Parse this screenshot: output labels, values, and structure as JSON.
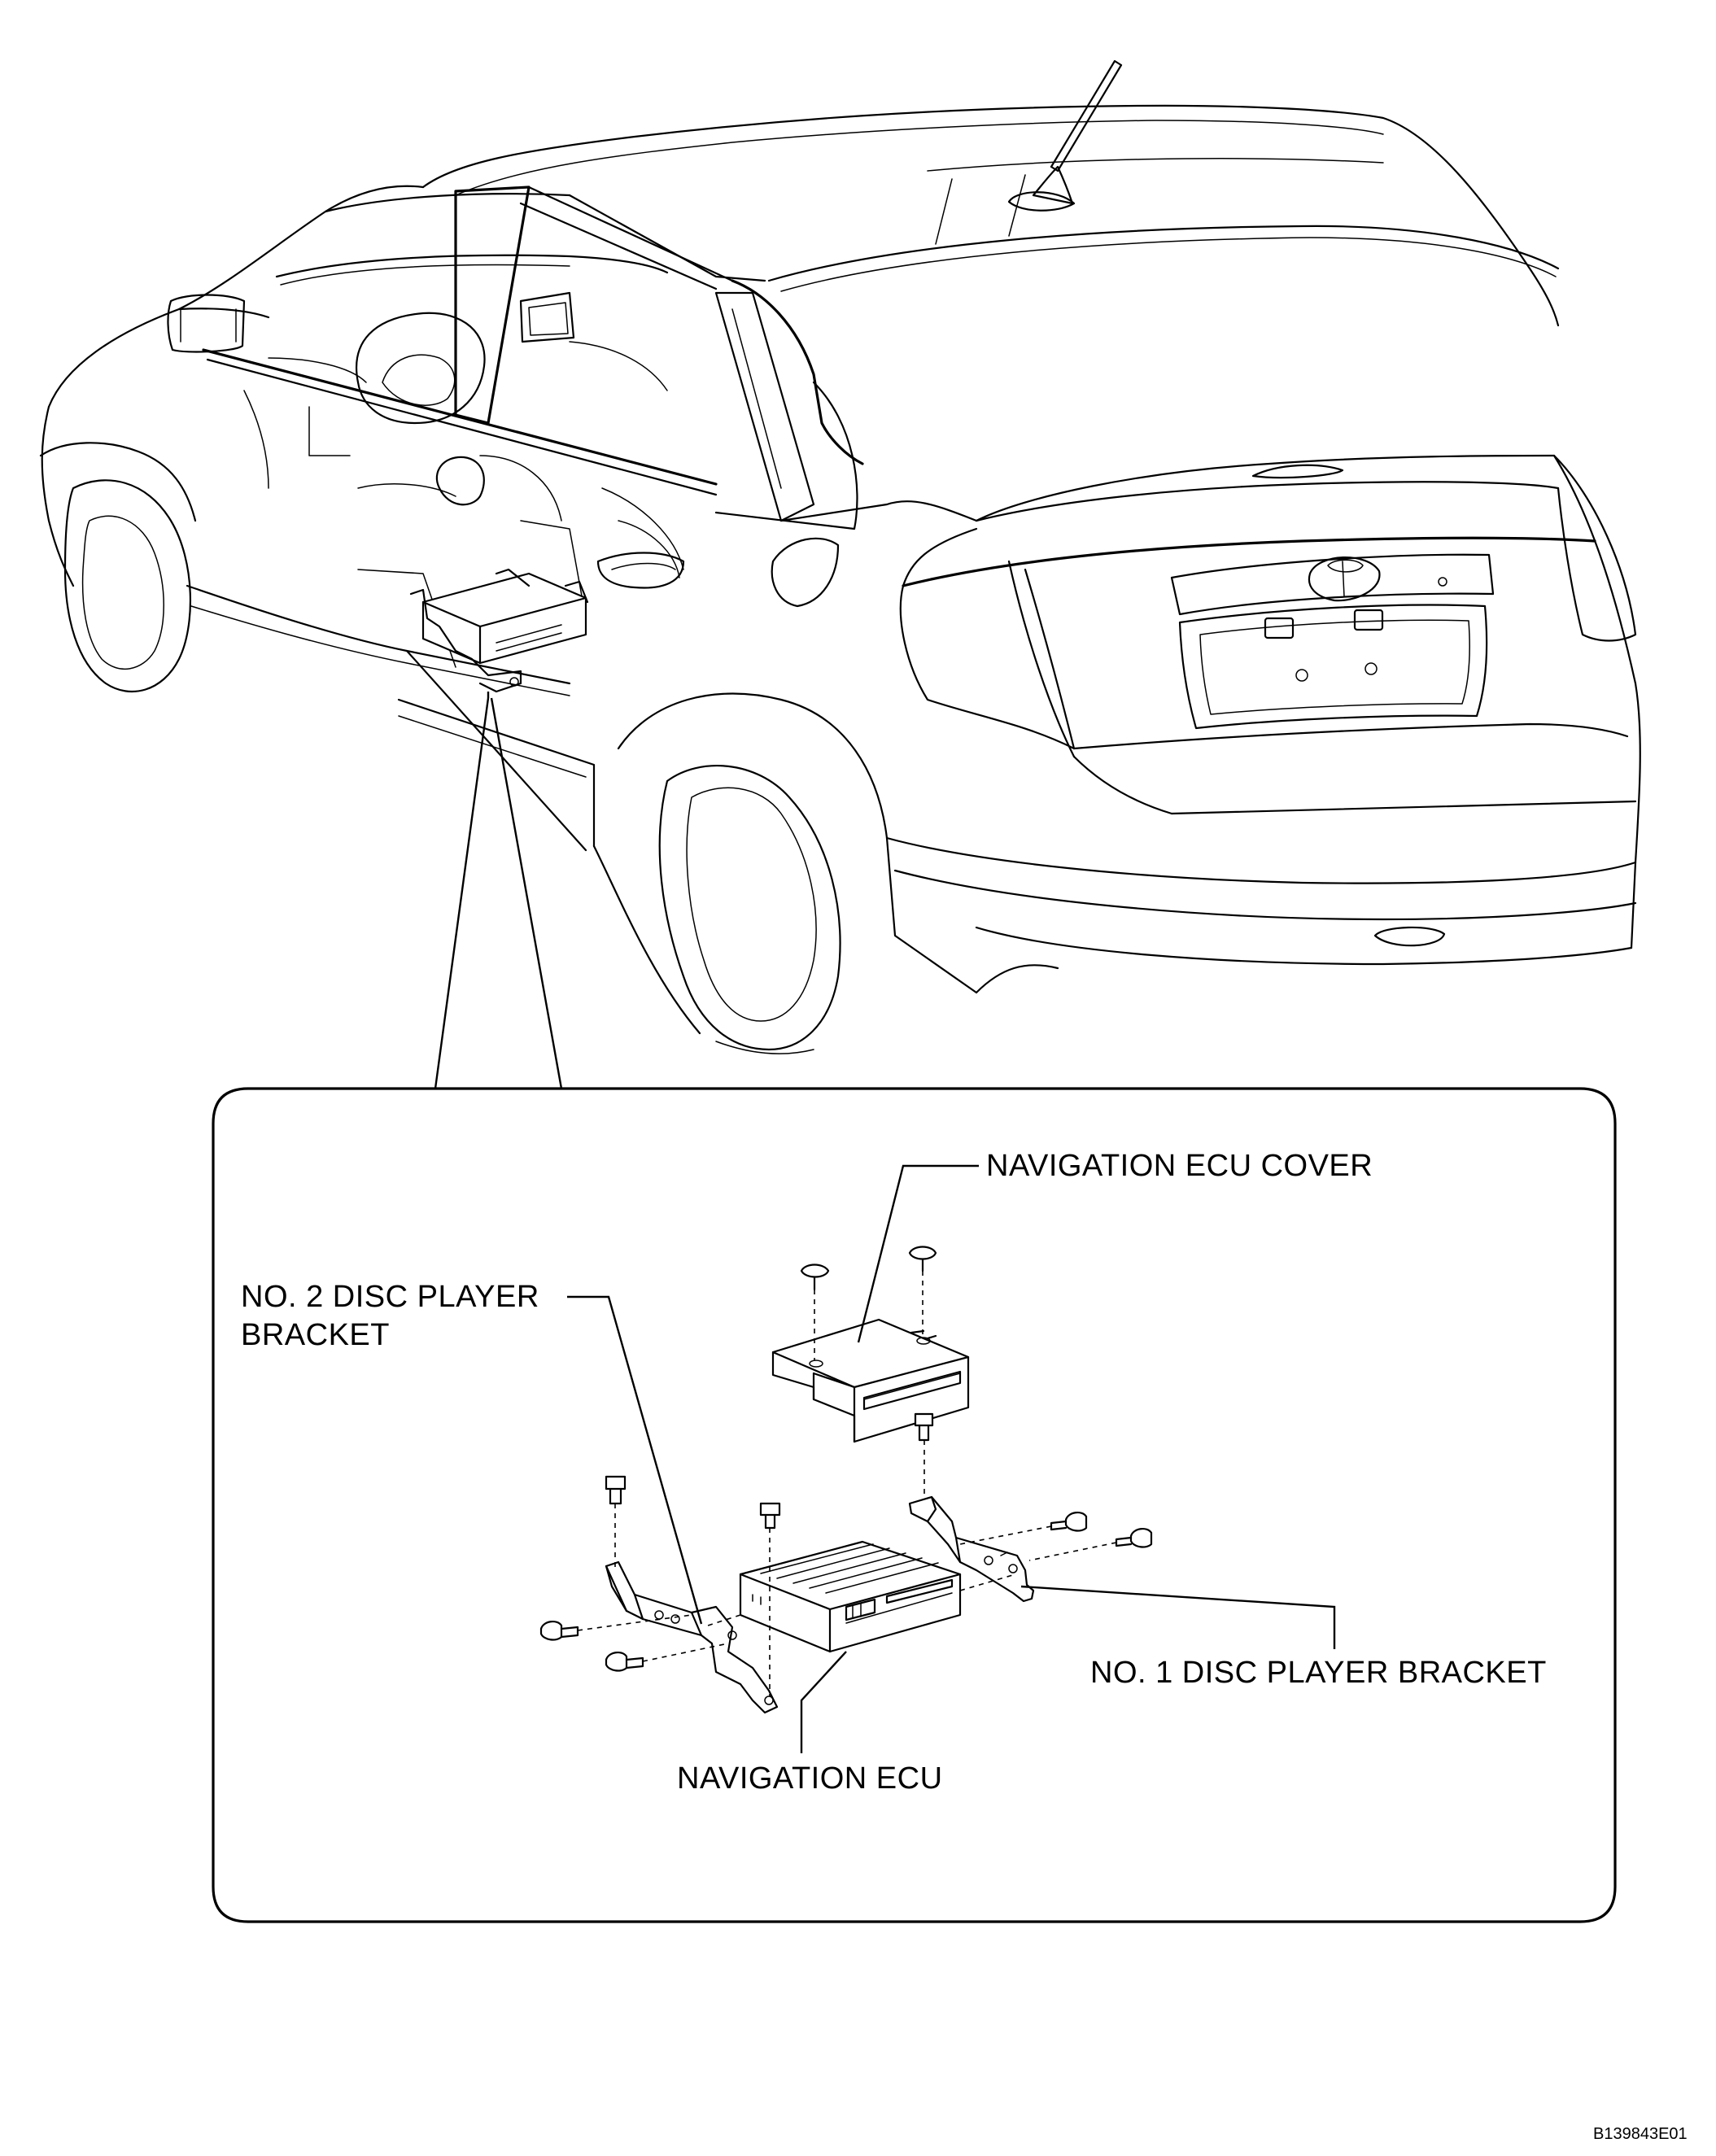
{
  "labels": {
    "navigation_ecu_cover": "NAVIGATION ECU COVER",
    "no2_disc_player_bracket_line1": "NO. 2 DISC PLAYER",
    "no2_disc_player_bracket_line2": "BRACKET",
    "no1_disc_player_bracket": "NO. 1 DISC PLAYER BRACKET",
    "navigation_ecu": "NAVIGATION ECU"
  },
  "figure_code": "B139843E01"
}
